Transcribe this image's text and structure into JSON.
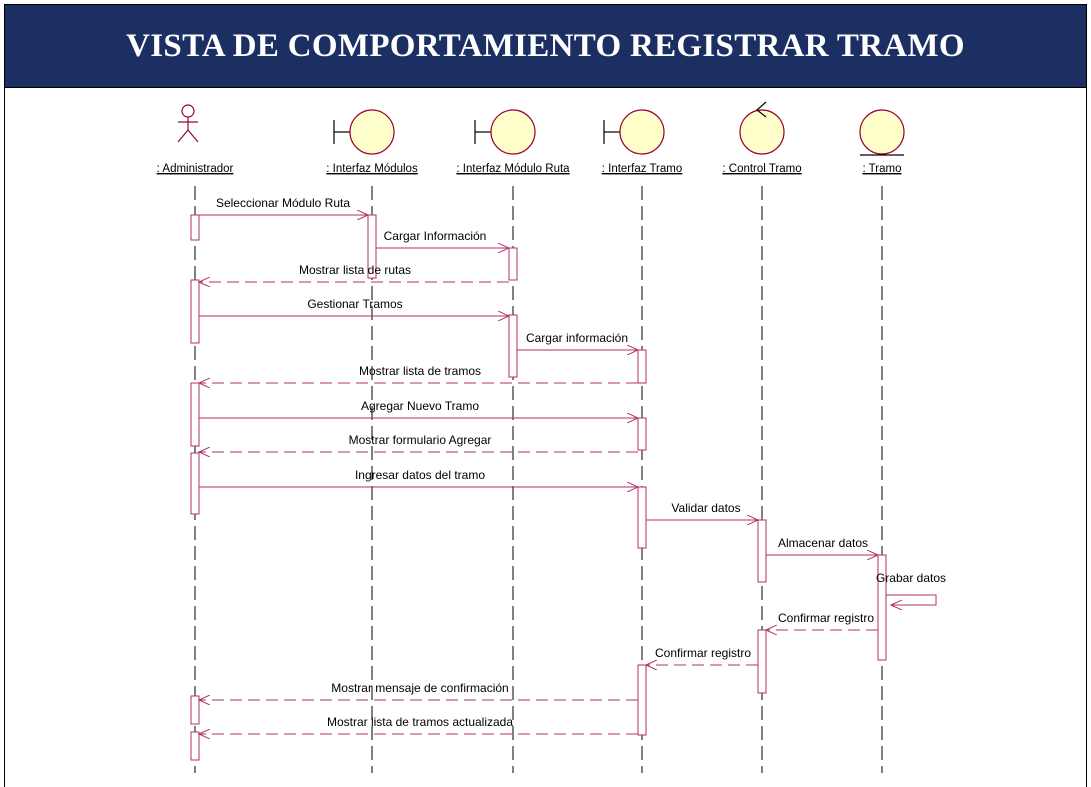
{
  "title": "VISTA DE COMPORTAMIENTO REGISTRAR TRAMO",
  "colors": {
    "title_bar": "#1c2f62",
    "message_line": "#b0306a",
    "object_fill": "#ffffcc",
    "object_stroke": "#990033"
  },
  "participants": [
    {
      "name": ": Administrador",
      "icon": "actor-icon"
    },
    {
      "name": ": Interfaz Módulos",
      "icon": "boundary-icon"
    },
    {
      "name": ": Interfaz Módulo Ruta",
      "icon": "boundary-icon"
    },
    {
      "name": ": Interfaz Tramo",
      "icon": "boundary-icon"
    },
    {
      "name": ": Control Tramo",
      "icon": "control-icon"
    },
    {
      "name": ": Tramo",
      "icon": "entity-icon"
    }
  ],
  "messages": [
    {
      "label": "Seleccionar Módulo Ruta",
      "from": 0,
      "to": 1,
      "type": "call"
    },
    {
      "label": "Cargar Información",
      "from": 1,
      "to": 2,
      "type": "call"
    },
    {
      "label": "Mostrar lista de rutas",
      "from": 2,
      "to": 0,
      "type": "return"
    },
    {
      "label": "Gestionar Tramos",
      "from": 0,
      "to": 2,
      "type": "call"
    },
    {
      "label": "Cargar información",
      "from": 2,
      "to": 3,
      "type": "call"
    },
    {
      "label": "Mostrar lista de tramos",
      "from": 3,
      "to": 0,
      "type": "return"
    },
    {
      "label": "Agregar Nuevo Tramo",
      "from": 0,
      "to": 3,
      "type": "call"
    },
    {
      "label": "Mostrar formulario Agregar",
      "from": 3,
      "to": 0,
      "type": "return"
    },
    {
      "label": "Ingresar datos del tramo",
      "from": 0,
      "to": 3,
      "type": "call"
    },
    {
      "label": "Validar datos",
      "from": 3,
      "to": 4,
      "type": "call"
    },
    {
      "label": "Almacenar datos",
      "from": 4,
      "to": 5,
      "type": "call"
    },
    {
      "label": "Grabar datos",
      "from": 5,
      "to": 5,
      "type": "self"
    },
    {
      "label": "Confirmar registro",
      "from": 5,
      "to": 4,
      "type": "return"
    },
    {
      "label": "Confirmar registro",
      "from": 4,
      "to": 3,
      "type": "return"
    },
    {
      "label": "Mostrar mensaje de confirmación",
      "from": 3,
      "to": 0,
      "type": "return"
    },
    {
      "label": "Mostrar lista de tramos actualizada",
      "from": 3,
      "to": 0,
      "type": "return"
    }
  ]
}
